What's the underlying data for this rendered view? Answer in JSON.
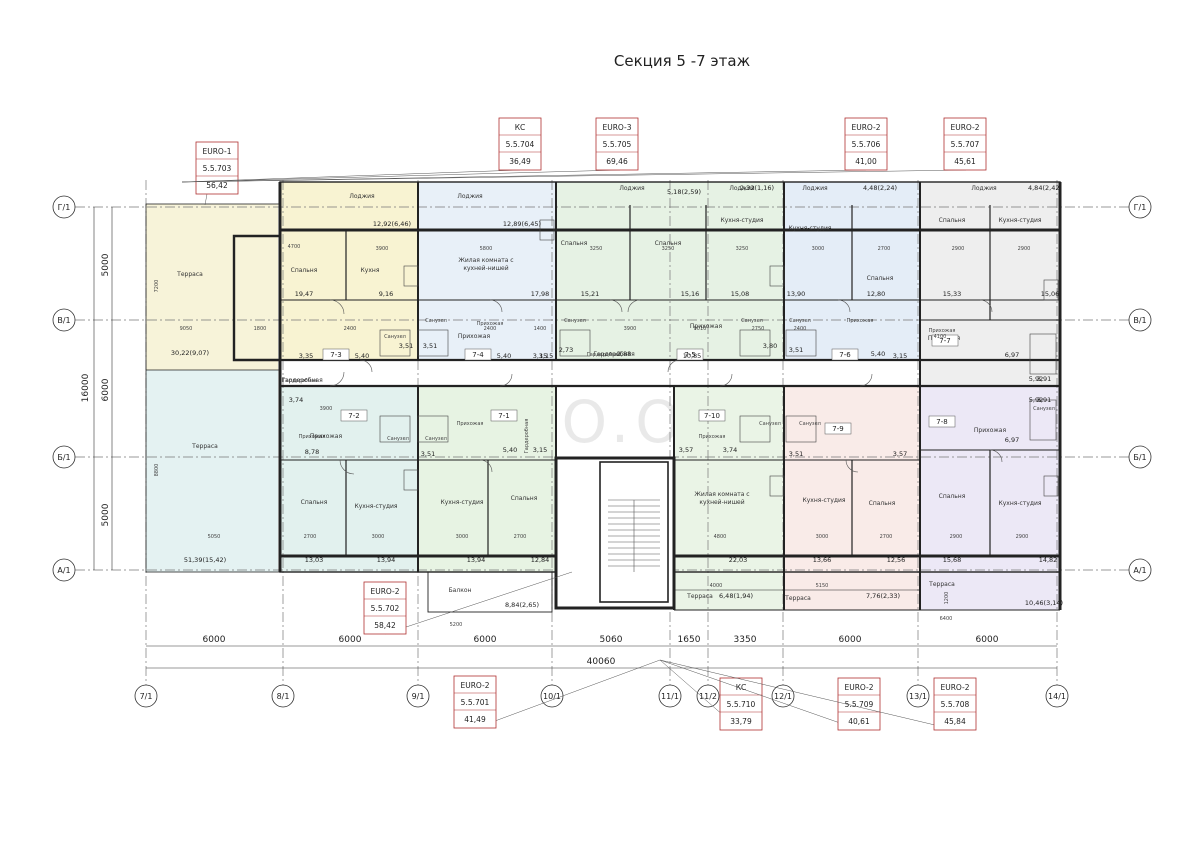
{
  "title": "Секция 5 -7 этаж",
  "watermark": "FRESCO.OD.UA",
  "axes_top": [
    "Г/1",
    "В/1",
    "Б/1",
    "А/1"
  ],
  "axes_right": [
    "Г/1",
    "В/1",
    "Б/1",
    "А/1"
  ],
  "axes_bottom": [
    "7/1",
    "8/1",
    "9/1",
    "10/1",
    "11/1",
    "11/2",
    "12/1",
    "13/1",
    "14/1"
  ],
  "overall_dims": {
    "total": "40060",
    "left_total": "16000",
    "left_parts": [
      "5000",
      "6000",
      "5000"
    ]
  },
  "bottom_dims": [
    "6000",
    "6000",
    "6000",
    "5060",
    "1650",
    "3350",
    "6000",
    "6000"
  ],
  "tags": [
    {
      "code": "EURO-1",
      "num": "5.5.703",
      "area": "56,42"
    },
    {
      "code": "КС",
      "num": "5.5.704",
      "area": "36,49"
    },
    {
      "code": "EURO-3",
      "num": "5.5.705",
      "area": "69,46"
    },
    {
      "code": "EURO-2",
      "num": "5.5.706",
      "area": "41,00"
    },
    {
      "code": "EURO-2",
      "num": "5.5.707",
      "area": "45,61"
    },
    {
      "code": "EURO-2",
      "num": "5.5.702",
      "area": "58,42"
    },
    {
      "code": "EURO-2",
      "num": "5.5.701",
      "area": "41,49"
    },
    {
      "code": "КС",
      "num": "5.5.710",
      "area": "33,79"
    },
    {
      "code": "EURO-2",
      "num": "5.5.709",
      "area": "40,61"
    },
    {
      "code": "EURO-2",
      "num": "5.5.708",
      "area": "45,84"
    }
  ],
  "rooms": [
    {
      "label": "Терраса",
      "area": "30,22(9,07)"
    },
    {
      "label": "Терраса",
      "area": "51,39(15,42)"
    },
    {
      "label": "Лоджия",
      "area": "12,92(6,46)"
    },
    {
      "label": "Лоджия",
      "area": "12,89(6,45)"
    },
    {
      "label": "Лоджия",
      "area": "5,18(2,59)"
    },
    {
      "label": "Лоджия",
      "area": "2,32(1,16)"
    },
    {
      "label": "Лоджия",
      "area": "4,48(2,24)"
    },
    {
      "label": "Лоджия",
      "area": "4,84(2,42)"
    },
    {
      "label": "Спальня",
      "area": "19,47"
    },
    {
      "label": "Кухня",
      "area": "9,16"
    },
    {
      "label": "Жилая комната с кухней-нишей",
      "area": "17,98"
    },
    {
      "label": "Спальня",
      "area": "15,21"
    },
    {
      "label": "Спальня",
      "area": "15,16"
    },
    {
      "label": "Кухня-студия",
      "area": "15,08"
    },
    {
      "label": "Кухня-студия",
      "area": "13,90"
    },
    {
      "label": "Спальня",
      "area": "12,80"
    },
    {
      "label": "Спальня",
      "area": "15,33"
    },
    {
      "label": "Кухня-студия",
      "area": "15,06"
    },
    {
      "label": "Гардеробная",
      "area": "3,74"
    },
    {
      "label": "Прихожая",
      "area": "8,78"
    },
    {
      "label": "Спальня",
      "area": "13,03"
    },
    {
      "label": "Кухня-студия",
      "area": "13,94"
    },
    {
      "label": "Кухня-студия",
      "area": "13,94"
    },
    {
      "label": "Спальня",
      "area": "12,84"
    },
    {
      "label": "Жилая комната с кухней-нишей",
      "area": "22,03"
    },
    {
      "label": "Кухня-студия",
      "area": "13,66"
    },
    {
      "label": "Спальня",
      "area": "12,56"
    },
    {
      "label": "Спальня",
      "area": "15,68"
    },
    {
      "label": "Кухня-студия",
      "area": "14,82"
    },
    {
      "label": "Балкон",
      "area": "8,84(2,65)"
    },
    {
      "label": "Терраса",
      "area": "6,48(1,94)"
    },
    {
      "label": "Терраса",
      "area": "7,76(2,33)"
    },
    {
      "label": "Терраса",
      "area": "10,46(3,14)"
    },
    {
      "label": "Гардеробная",
      "area": "2,88"
    },
    {
      "label": "Прихожая",
      "area": "5,40"
    },
    {
      "label": "Прихожая",
      "area": "5,40"
    },
    {
      "label": "Прихожая",
      "area": "6,97"
    },
    {
      "label": "Прихожая",
      "area": "6,97"
    }
  ],
  "apt_codes": [
    "7-3",
    "7-4",
    "7-5",
    "7-6",
    "7-7",
    "7-2",
    "7-1",
    "7-10",
    "7-9",
    "7-8"
  ],
  "small_labels": [
    "Санузел",
    "Санузел",
    "Санузел",
    "Санузел",
    "Санузел",
    "Санузел",
    "Санузел",
    "Санузел",
    "Санузел",
    "Санузел",
    "Прихожая",
    "Прихожая",
    "Прихожая",
    "Прихожая",
    "Прихожая",
    "Прихожая",
    "Гардеробная",
    "Гардеробная",
    "Гардеробная"
  ],
  "small_areas": [
    "3,35",
    "3,51",
    "3,51",
    "3,15",
    "2,73",
    "3,80",
    "3,51",
    "3,15",
    "5,92",
    "5,92",
    "3,91",
    "3,91",
    "3,57",
    "3,74",
    "3,51",
    "3,57",
    "3,15",
    "5,40",
    "5,40",
    "5,40",
    "10,85",
    "3,15",
    "3,51"
  ],
  "dims_small": [
    "4700",
    "3900",
    "5800",
    "3250",
    "3250",
    "3250",
    "3000",
    "2700",
    "2900",
    "2900",
    "9050",
    "1800",
    "2400",
    "2400",
    "1400",
    "3900",
    "9010",
    "2750",
    "2400",
    "4100",
    "3900",
    "2700",
    "3000",
    "3000",
    "2700",
    "4800",
    "3000",
    "2700",
    "2900",
    "2900",
    "5050",
    "5200",
    "4000",
    "5150",
    "6400",
    "7200",
    "8800",
    "1200"
  ]
}
